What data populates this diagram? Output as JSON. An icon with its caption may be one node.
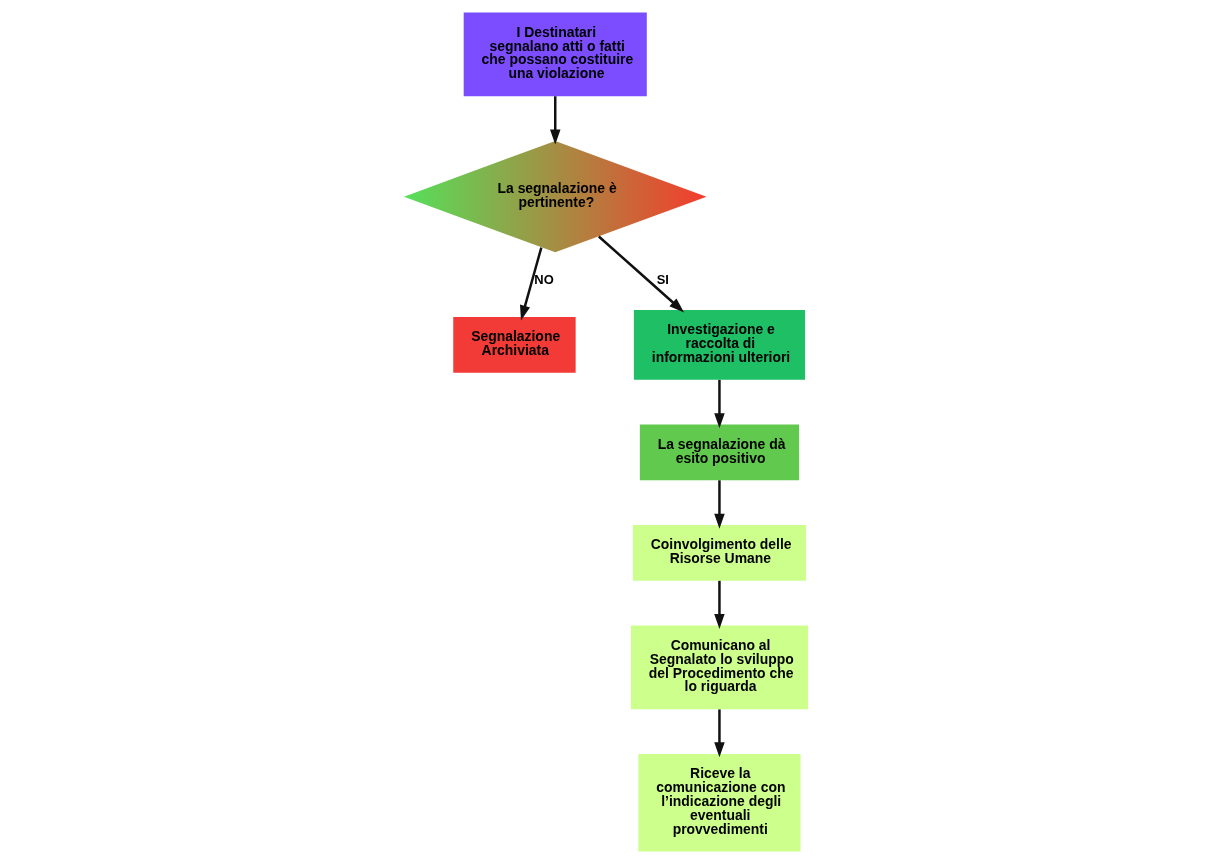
{
  "diagram": {
    "nodes": [
      {
        "text": [
          "I Destinatari segnalano atti o fatti che possano costituire una violazione"
        ]
      },
      {
        "text": [
          "La segnalazione è pertinente?"
        ]
      },
      {
        "text": [
          "Segnalazione Archiviata"
        ]
      },
      {
        "text": [
          "Investigazione e raccolta di informazioni ulteriori"
        ]
      },
      {
        "text": [
          "La segnalazione dà esito positivo"
        ]
      },
      {
        "text": [
          "Coinvolgimento delle Risorse Umane"
        ]
      },
      {
        "text": [
          "Comunicano al Segnalato lo sviluppo del Procedimento che lo riguarda"
        ]
      },
      {
        "text": [
          "Riceve la comunicazione con l’indicazione degli eventuali provvedimenti"
        ]
      }
    ],
    "edges": [
      {
        "from": 0,
        "to": 1,
        "arrow": "to"
      },
      {
        "from": 1,
        "to": 2,
        "arrow": "to",
        "label": "NO"
      },
      {
        "from": 1,
        "to": 3,
        "arrow": "to",
        "label": "SI"
      },
      {
        "from": 3,
        "to": 4,
        "arrow": "to"
      },
      {
        "from": 4,
        "to": 5,
        "arrow": "to"
      },
      {
        "from": 5,
        "to": 6,
        "arrow": "to"
      },
      {
        "from": 6,
        "to": 7,
        "arrow": "to"
      }
    ]
  }
}
